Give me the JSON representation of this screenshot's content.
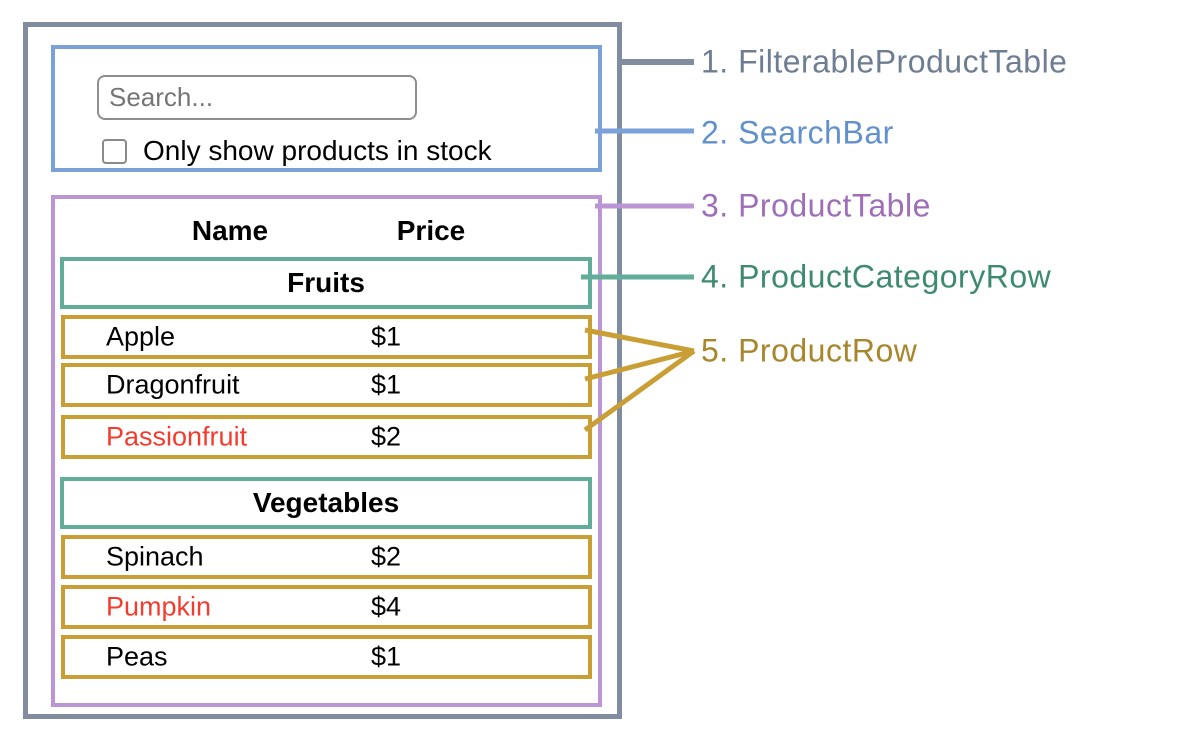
{
  "colors": {
    "filterable_product_table": "#808da1",
    "search_bar": "#7aa2d8",
    "product_table": "#bb95d4",
    "product_category_row": "#61ad99",
    "product_row": "#c99f35",
    "label_filterable_product_table": "#6d7d92",
    "label_search_bar": "#6091cc",
    "label_product_table": "#9e6eb8",
    "label_product_category_row": "#3d8a6e",
    "label_product_row": "#a8862c",
    "out_of_stock_text": "#f53b2d"
  },
  "search_bar": {
    "placeholder": "Search...",
    "checkbox_label": "Only show products in stock",
    "checkbox_checked": false
  },
  "table": {
    "headers": [
      "Name",
      "Price"
    ],
    "sections": [
      {
        "category": "Fruits",
        "rows": [
          {
            "name": "Apple",
            "price": "$1",
            "in_stock": true
          },
          {
            "name": "Dragonfruit",
            "price": "$1",
            "in_stock": true
          },
          {
            "name": "Passionfruit",
            "price": "$2",
            "in_stock": false
          }
        ]
      },
      {
        "category": "Vegetables",
        "rows": [
          {
            "name": "Spinach",
            "price": "$2",
            "in_stock": true
          },
          {
            "name": "Pumpkin",
            "price": "$4",
            "in_stock": false
          },
          {
            "name": "Peas",
            "price": "$1",
            "in_stock": true
          }
        ]
      }
    ]
  },
  "annotations": [
    {
      "text": "1. FilterableProductTable"
    },
    {
      "text": "2. SearchBar"
    },
    {
      "text": "3. ProductTable"
    },
    {
      "text": "4. ProductCategoryRow"
    },
    {
      "text": "5. ProductRow"
    }
  ]
}
